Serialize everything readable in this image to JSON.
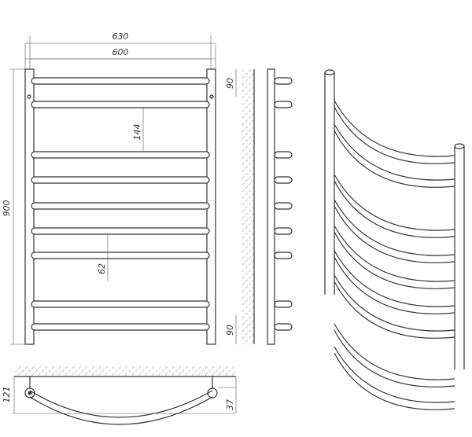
{
  "dimensions": {
    "overall_width": "630",
    "bar_width": "600",
    "height": "900",
    "bar_spacing_large": "144",
    "bar_spacing_small": "62",
    "side_top_offset": "90",
    "side_bottom_offset": "90",
    "top_view_depth": "121",
    "top_view_mount": "37"
  }
}
